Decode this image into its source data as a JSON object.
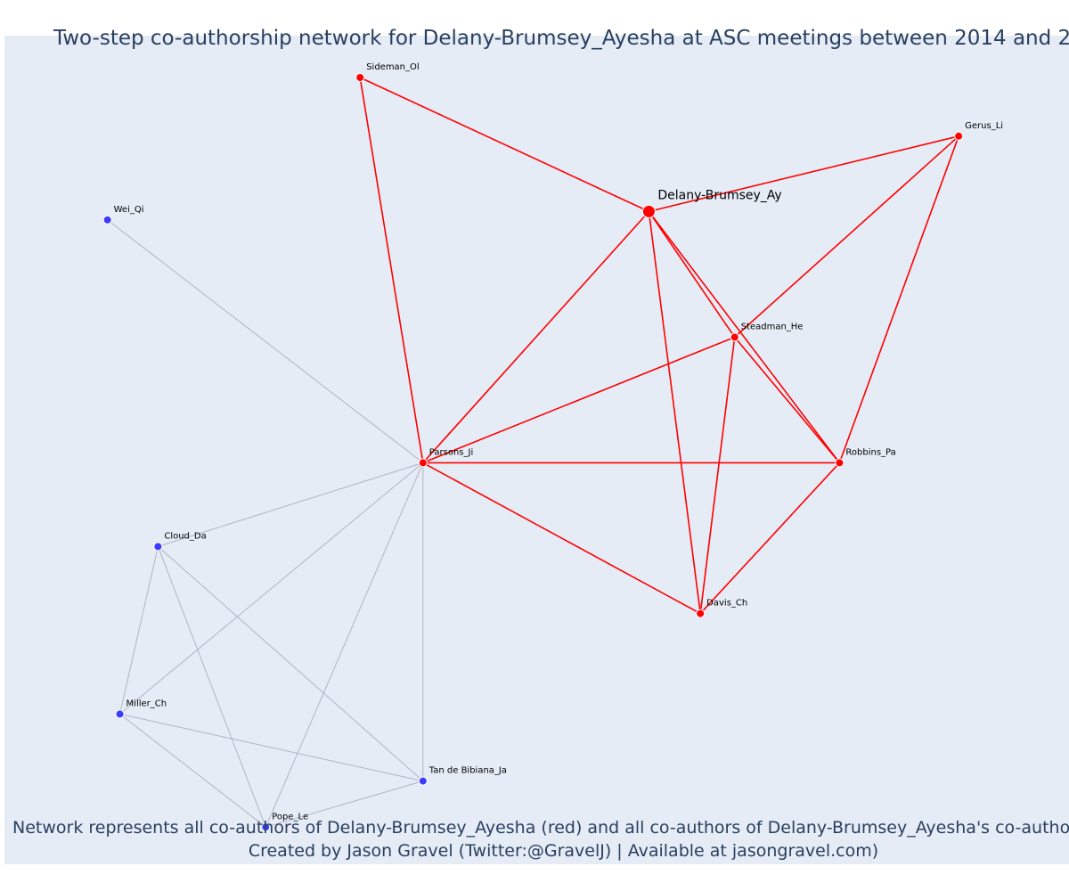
{
  "title": "Two-step co-authorship network for Delany-Brumsey_Ayesha at ASC meetings between 2014 and 2",
  "footer": {
    "line1": "Network represents all co-authors of Delany-Brumsey_Ayesha (red) and all co-authors of Delany-Brumsey_Ayesha's co-authors (",
    "line2": "Created by Jason Gravel (Twitter:@GravelJ) | Available at jasongravel.com)"
  },
  "colors": {
    "background": "#e5ecf6",
    "first_step": "#ff0000",
    "second_step": "#3b3bff",
    "second_step_edge": "#b3b3c6",
    "text": "#2a3f5f"
  },
  "chart_data": {
    "type": "network",
    "nodes": [
      {
        "id": "Delany-Brumsey_Ay",
        "group": "focal",
        "x": 0.62,
        "y": 0.79
      },
      {
        "id": "Sideman_Ol",
        "group": "coauthor",
        "x": 0.317,
        "y": 0.95
      },
      {
        "id": "Gerus_Li",
        "group": "coauthor",
        "x": 0.945,
        "y": 0.88
      },
      {
        "id": "Steadman_He",
        "group": "coauthor",
        "x": 0.71,
        "y": 0.64
      },
      {
        "id": "Robbins_Pa",
        "group": "coauthor",
        "x": 0.82,
        "y": 0.49
      },
      {
        "id": "Parsons_Ji",
        "group": "coauthor",
        "x": 0.383,
        "y": 0.49
      },
      {
        "id": "Davis_Ch",
        "group": "coauthor",
        "x": 0.674,
        "y": 0.31
      },
      {
        "id": "Wei_Qi",
        "group": "second",
        "x": 0.052,
        "y": 0.78
      },
      {
        "id": "Cloud_Da",
        "group": "second",
        "x": 0.105,
        "y": 0.39
      },
      {
        "id": "Miller_Ch",
        "group": "second",
        "x": 0.065,
        "y": 0.19
      },
      {
        "id": "Tan de Bibiana_Ja",
        "group": "second",
        "x": 0.383,
        "y": 0.11
      },
      {
        "id": "Pope_Le",
        "group": "second",
        "x": 0.218,
        "y": 0.055
      }
    ],
    "edges": [
      {
        "source": "Delany-Brumsey_Ay",
        "target": "Sideman_Ol",
        "group": "first"
      },
      {
        "source": "Delany-Brumsey_Ay",
        "target": "Gerus_Li",
        "group": "first"
      },
      {
        "source": "Delany-Brumsey_Ay",
        "target": "Steadman_He",
        "group": "first"
      },
      {
        "source": "Delany-Brumsey_Ay",
        "target": "Robbins_Pa",
        "group": "first"
      },
      {
        "source": "Delany-Brumsey_Ay",
        "target": "Parsons_Ji",
        "group": "first"
      },
      {
        "source": "Delany-Brumsey_Ay",
        "target": "Davis_Ch",
        "group": "first"
      },
      {
        "source": "Sideman_Ol",
        "target": "Parsons_Ji",
        "group": "first"
      },
      {
        "source": "Gerus_Li",
        "target": "Steadman_He",
        "group": "first"
      },
      {
        "source": "Gerus_Li",
        "target": "Robbins_Pa",
        "group": "first"
      },
      {
        "source": "Steadman_He",
        "target": "Parsons_Ji",
        "group": "first"
      },
      {
        "source": "Steadman_He",
        "target": "Robbins_Pa",
        "group": "first"
      },
      {
        "source": "Steadman_He",
        "target": "Davis_Ch",
        "group": "first"
      },
      {
        "source": "Parsons_Ji",
        "target": "Robbins_Pa",
        "group": "first"
      },
      {
        "source": "Parsons_Ji",
        "target": "Davis_Ch",
        "group": "first"
      },
      {
        "source": "Robbins_Pa",
        "target": "Davis_Ch",
        "group": "first"
      },
      {
        "source": "Parsons_Ji",
        "target": "Wei_Qi",
        "group": "second"
      },
      {
        "source": "Parsons_Ji",
        "target": "Cloud_Da",
        "group": "second"
      },
      {
        "source": "Parsons_Ji",
        "target": "Miller_Ch",
        "group": "second"
      },
      {
        "source": "Parsons_Ji",
        "target": "Tan de Bibiana_Ja",
        "group": "second"
      },
      {
        "source": "Parsons_Ji",
        "target": "Pope_Le",
        "group": "second"
      },
      {
        "source": "Cloud_Da",
        "target": "Miller_Ch",
        "group": "second"
      },
      {
        "source": "Cloud_Da",
        "target": "Pope_Le",
        "group": "second"
      },
      {
        "source": "Cloud_Da",
        "target": "Tan de Bibiana_Ja",
        "group": "second"
      },
      {
        "source": "Miller_Ch",
        "target": "Pope_Le",
        "group": "second"
      },
      {
        "source": "Miller_Ch",
        "target": "Tan de Bibiana_Ja",
        "group": "second"
      },
      {
        "source": "Pope_Le",
        "target": "Tan de Bibiana_Ja",
        "group": "second"
      }
    ]
  }
}
